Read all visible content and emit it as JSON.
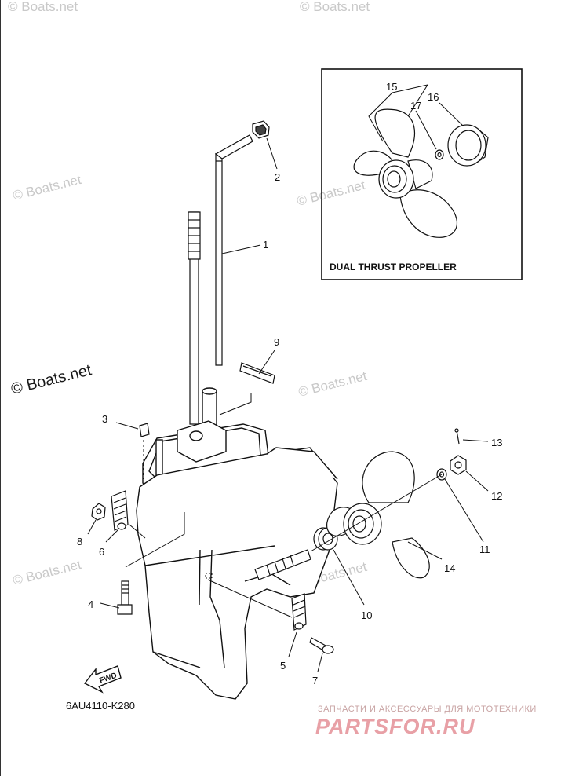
{
  "diagram": {
    "part_code": "6AU4110-K280",
    "fwd_label": "FWD",
    "inset_title": "DUAL THRUST PROPELLER",
    "callouts": [
      "1",
      "2",
      "3",
      "4",
      "5",
      "6",
      "7",
      "8",
      "9",
      "10",
      "11",
      "12",
      "13",
      "14",
      "15",
      "16",
      "17"
    ]
  },
  "watermarks": {
    "boats": "© Boats.net",
    "boats_large": "© Boats.net"
  },
  "branding": {
    "tagline": "ЗАПЧАСТИ И АКСЕССУАРЫ ДЛЯ МОТОТЕХНИКИ",
    "name": "PARTSFOR.RU"
  }
}
